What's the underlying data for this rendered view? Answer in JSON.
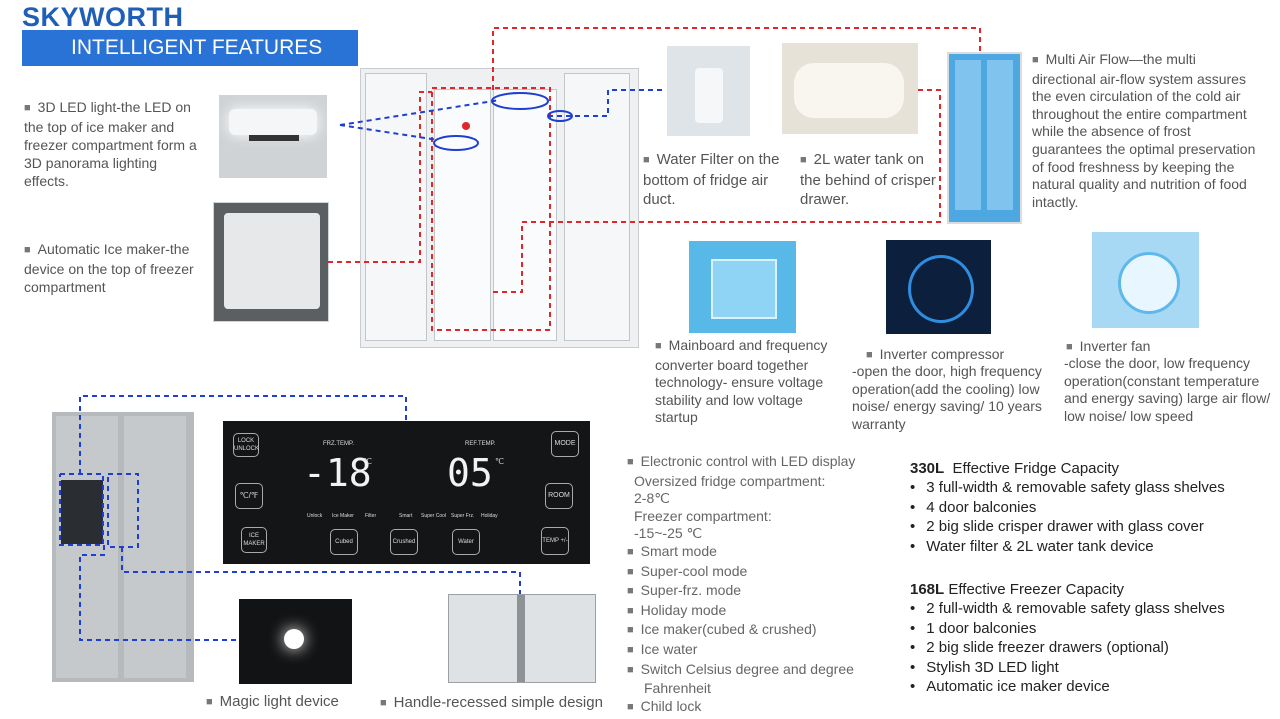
{
  "brand": "SKYWORTH",
  "banner": "INTELLIGENT FEATURES",
  "features": {
    "led": "3D LED light-the LED on the top of ice maker and freezer compartment form a 3D panorama lighting effects.",
    "ice": "Automatic Ice maker-the device on the top of freezer compartment",
    "filter": "Water Filter on the bottom of fridge air duct.",
    "tank": "2L water tank on the behind of crisper drawer.",
    "airflow": "Multi Air Flow—the multi directional air-flow system assures the even circulation of the cold air throughout the entire compartment while the absence of frost guarantees the optimal preservation of food freshness by keeping the natural quality and nutrition of food intactly.",
    "mainboard": "Mainboard and frequency converter board together technology- ensure voltage stability and low voltage startup",
    "compressor_title": "Inverter compressor",
    "compressor_desc": "-open the door, high frequency operation(add the cooling) low noise/ energy saving/ 10 years warranty",
    "fan_title": "Inverter fan",
    "fan_desc": "-close the door, low frequency operation(constant temperature and energy saving) large air flow/ low noise/ low speed",
    "magic": "Magic light device",
    "handle": "Handle-recessed simple design"
  },
  "display": {
    "buttons_left": [
      "LOCK UNLOCK",
      "℃/℉",
      "ICE MAKER"
    ],
    "buttons_right": [
      "MODE",
      "ROOM",
      "TEMP +/-"
    ],
    "buttons_bottom": [
      "Cubed",
      "Crushed",
      "Water"
    ],
    "frz_label": "FRZ.TEMP.",
    "ref_label": "REF.TEMP.",
    "frz_value": "-18",
    "ref_value": "05",
    "unit": "℃",
    "icons_left": [
      "Unlock",
      "Ice Maker",
      "Filter"
    ],
    "icons_right": [
      "Smart",
      "Super Cool",
      "Super Frz.",
      "Holiday"
    ]
  },
  "specs": {
    "head": "Electronic control with LED display",
    "lines1": [
      "Oversized fridge compartment:",
      "2-8℃",
      "Freezer compartment:",
      "-15~-25 ℃"
    ],
    "bullets": [
      "Smart mode",
      "Super-cool mode",
      "Super-frz. mode",
      "Holiday mode",
      "Ice maker(cubed & crushed)",
      "Ice water",
      "Switch Celsius degree and degree Fahrenheit",
      "Child lock"
    ]
  },
  "fridge_cap": {
    "num": "330L",
    "label": "Effective Fridge Capacity",
    "items": [
      "3 full-width & removable safety glass shelves",
      "4 door balconies",
      "2 big slide crisper drawer with glass cover",
      "Water filter & 2L water tank device"
    ]
  },
  "freezer_cap": {
    "num": "168L",
    "label": "Effective Freezer Capacity",
    "items": [
      "2 full-width & removable safety glass shelves",
      "1 door balconies",
      "2 big slide freezer drawers (optional)",
      "Stylish 3D LED light",
      "Automatic ice maker device"
    ]
  },
  "colors": {
    "brand": "#1f5fb8",
    "banner": "#2a73d6",
    "red_line": "#e0262b",
    "blue_line": "#1e3fd0"
  }
}
